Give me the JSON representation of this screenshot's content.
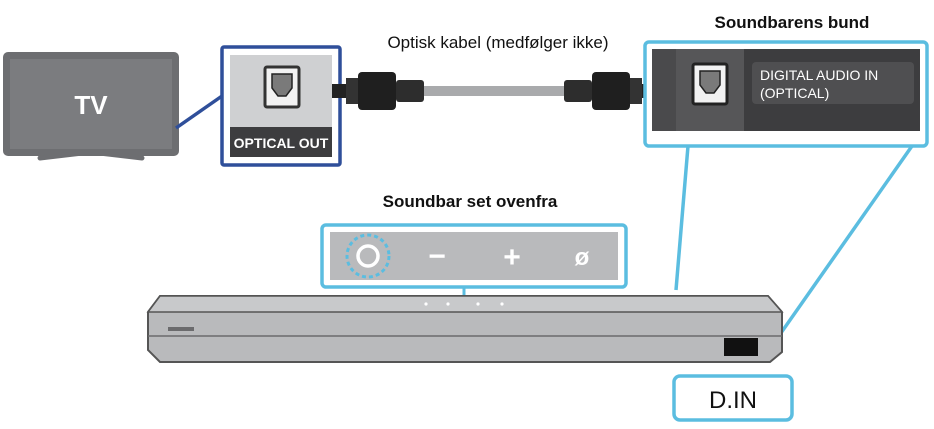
{
  "labels": {
    "tv": "TV",
    "optical_out": "OPTICAL OUT",
    "cable": "Optisk kabel (medfølger ikke)",
    "bottom_title": "Soundbarens bund",
    "digital_audio_line1": "DIGITAL AUDIO IN",
    "digital_audio_line2": "(OPTICAL)",
    "top_view_title": "Soundbar set ovenfra",
    "din": "D.IN"
  },
  "buttons": {
    "power": "power-icon",
    "volume_down": "−",
    "volume_up": "+",
    "source": "ø"
  },
  "colors": {
    "tv_blue": "#2f4f9a",
    "highlight_cyan": "#5bbde0",
    "panel_gray": "#cfd0d2",
    "dark_panel": "#3d3d3f",
    "soundbar_body": "#b9babc"
  }
}
